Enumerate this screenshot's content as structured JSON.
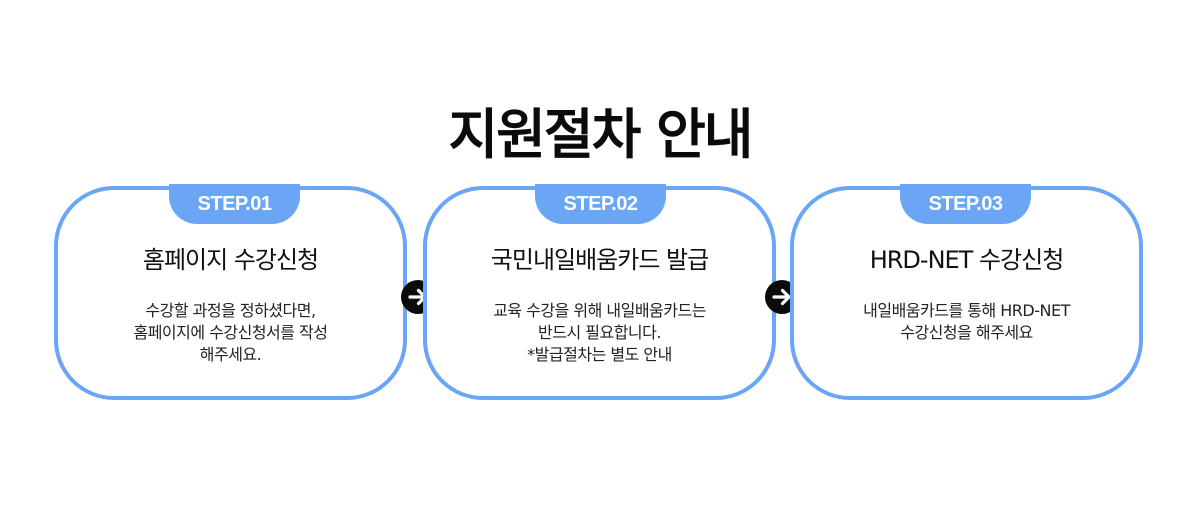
{
  "title": "지원절차 안내",
  "accent_color": "#6aa6f5",
  "steps": [
    {
      "badge": "STEP.01",
      "title": "홈페이지 수강신청",
      "desc": [
        "수강할 과정을 정하셨다면,",
        "홈페이지에 수강신청서를 작성",
        "해주세요."
      ]
    },
    {
      "badge": "STEP.02",
      "title": "국민내일배움카드 발급",
      "desc": [
        "교육 수강을 위해 내일배움카드는",
        "반드시 필요합니다.",
        "*발급절차는 별도 안내"
      ]
    },
    {
      "badge": "STEP.03",
      "title": "HRD-NET 수강신청",
      "desc": [
        "내일배움카드를 통해 HRD-NET",
        "수강신청을 해주세요"
      ]
    }
  ],
  "arrow_icon": "arrow-right-circle-icon"
}
